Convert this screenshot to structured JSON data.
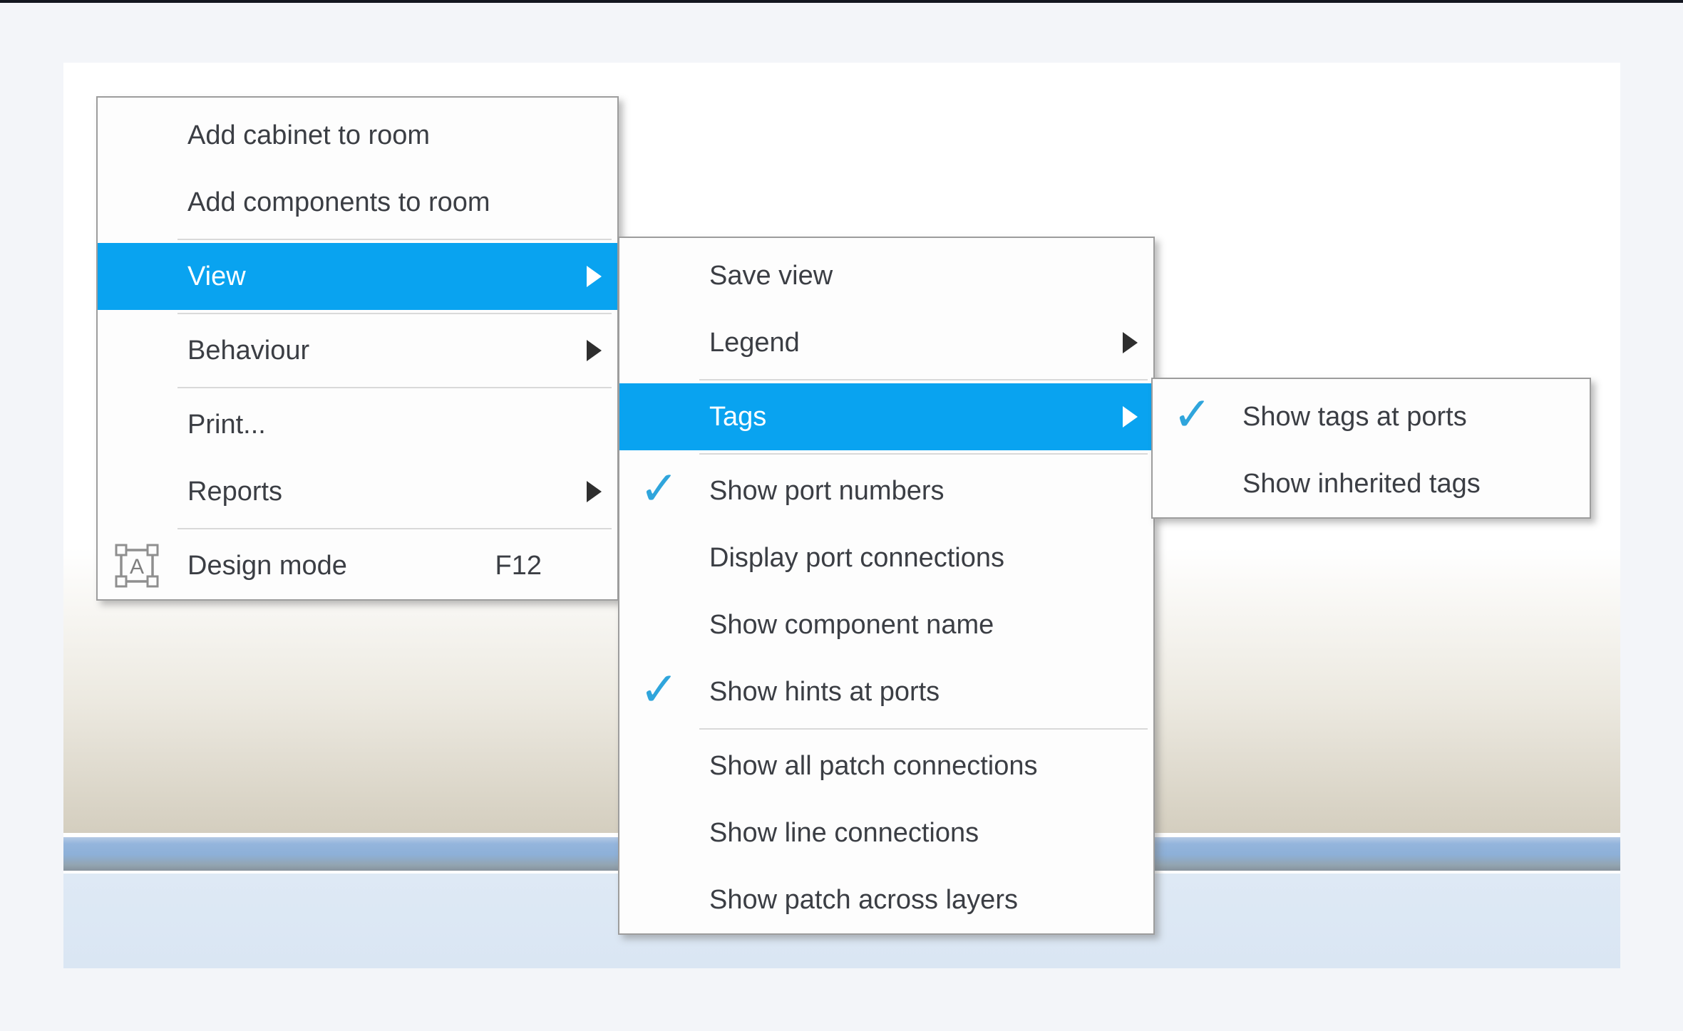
{
  "page": {
    "background_color": "#f3f5f9",
    "top_strip_color": "#131620",
    "canvas_top_color": "#ffffff",
    "canvas_bottom_color": "#d4cebf",
    "blue_bar_top_color": "#94b5dc",
    "blue_bar_bottom_color": "#87939d",
    "light_band_color": "#dce8f4"
  },
  "colors": {
    "highlight": "#09a3f0",
    "highlight_text": "#ffffff",
    "menu_text": "#3b3e44",
    "checkmark": "#2fa5dc",
    "menu_border": "#9d9d9d",
    "separator": "#d9d9d9"
  },
  "icons": {
    "checkmark_glyph": "✓"
  },
  "menus": [
    {
      "id": "menu-context",
      "name": "context-menu",
      "items": [
        {
          "label": "Add cabinet to room"
        },
        {
          "label": "Add components to room",
          "separator_after": true
        },
        {
          "label": "View",
          "highlighted": true,
          "submenu_arrow": true,
          "separator_after": true
        },
        {
          "label": "Behaviour",
          "submenu_arrow": true,
          "separator_after": true
        },
        {
          "label": "Print..."
        },
        {
          "label": "Reports",
          "submenu_arrow": true,
          "separator_after": true
        },
        {
          "label": "Design mode",
          "shortcut": "F12",
          "icon": "design-mode-icon"
        }
      ]
    },
    {
      "id": "menu-view",
      "name": "view-submenu",
      "items": [
        {
          "label": "Save view"
        },
        {
          "label": "Legend",
          "submenu_arrow": true,
          "separator_after": true
        },
        {
          "label": "Tags",
          "highlighted": true,
          "submenu_arrow": true,
          "separator_after": true
        },
        {
          "label": "Show port numbers",
          "checked": true
        },
        {
          "label": "Display port connections"
        },
        {
          "label": "Show component name"
        },
        {
          "label": "Show hints at ports",
          "checked": true,
          "separator_after": true
        },
        {
          "label": "Show all patch connections"
        },
        {
          "label": "Show line connections"
        },
        {
          "label": "Show patch across layers"
        }
      ]
    },
    {
      "id": "menu-tags",
      "name": "tags-submenu",
      "items": [
        {
          "label": "Show tags at ports",
          "checked": true
        },
        {
          "label": "Show inherited tags"
        }
      ]
    }
  ]
}
